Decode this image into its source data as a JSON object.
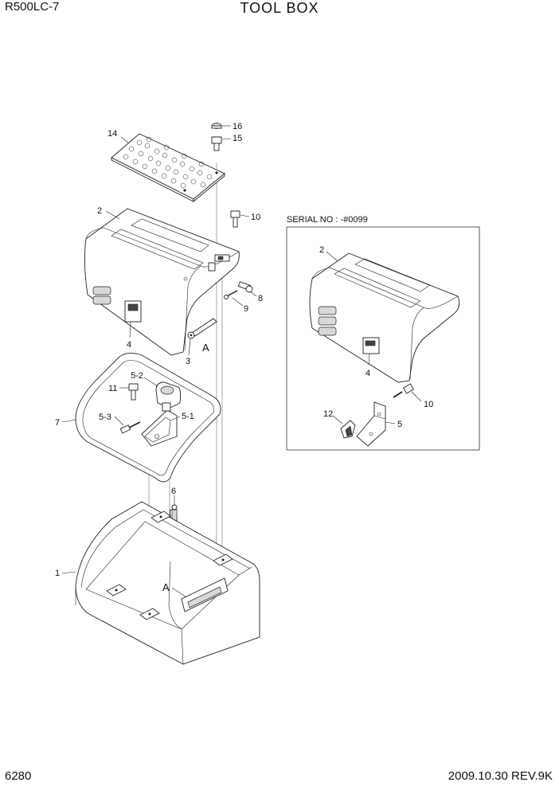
{
  "header": {
    "model": "R500LC-7",
    "title": "TOOL BOX"
  },
  "footer": {
    "page": "6280",
    "revision": "2009.10.30  REV.9K"
  },
  "serial_box": {
    "label": "SERIAL NO : -#0099"
  },
  "callouts": {
    "c14": "14",
    "c16": "16",
    "c15": "15",
    "c10": "10",
    "c2": "2",
    "c8": "8",
    "c9": "9",
    "c4": "4",
    "c3": "3",
    "cA1": "A",
    "c5_2": "5-2",
    "c11": "11",
    "c7": "7",
    "c5_3": "5-3",
    "c5_1": "5-1",
    "c6": "6",
    "c1": "1",
    "cA2": "A",
    "s2": "2",
    "s4": "4",
    "s10": "10",
    "s12": "12",
    "s5": "5"
  }
}
